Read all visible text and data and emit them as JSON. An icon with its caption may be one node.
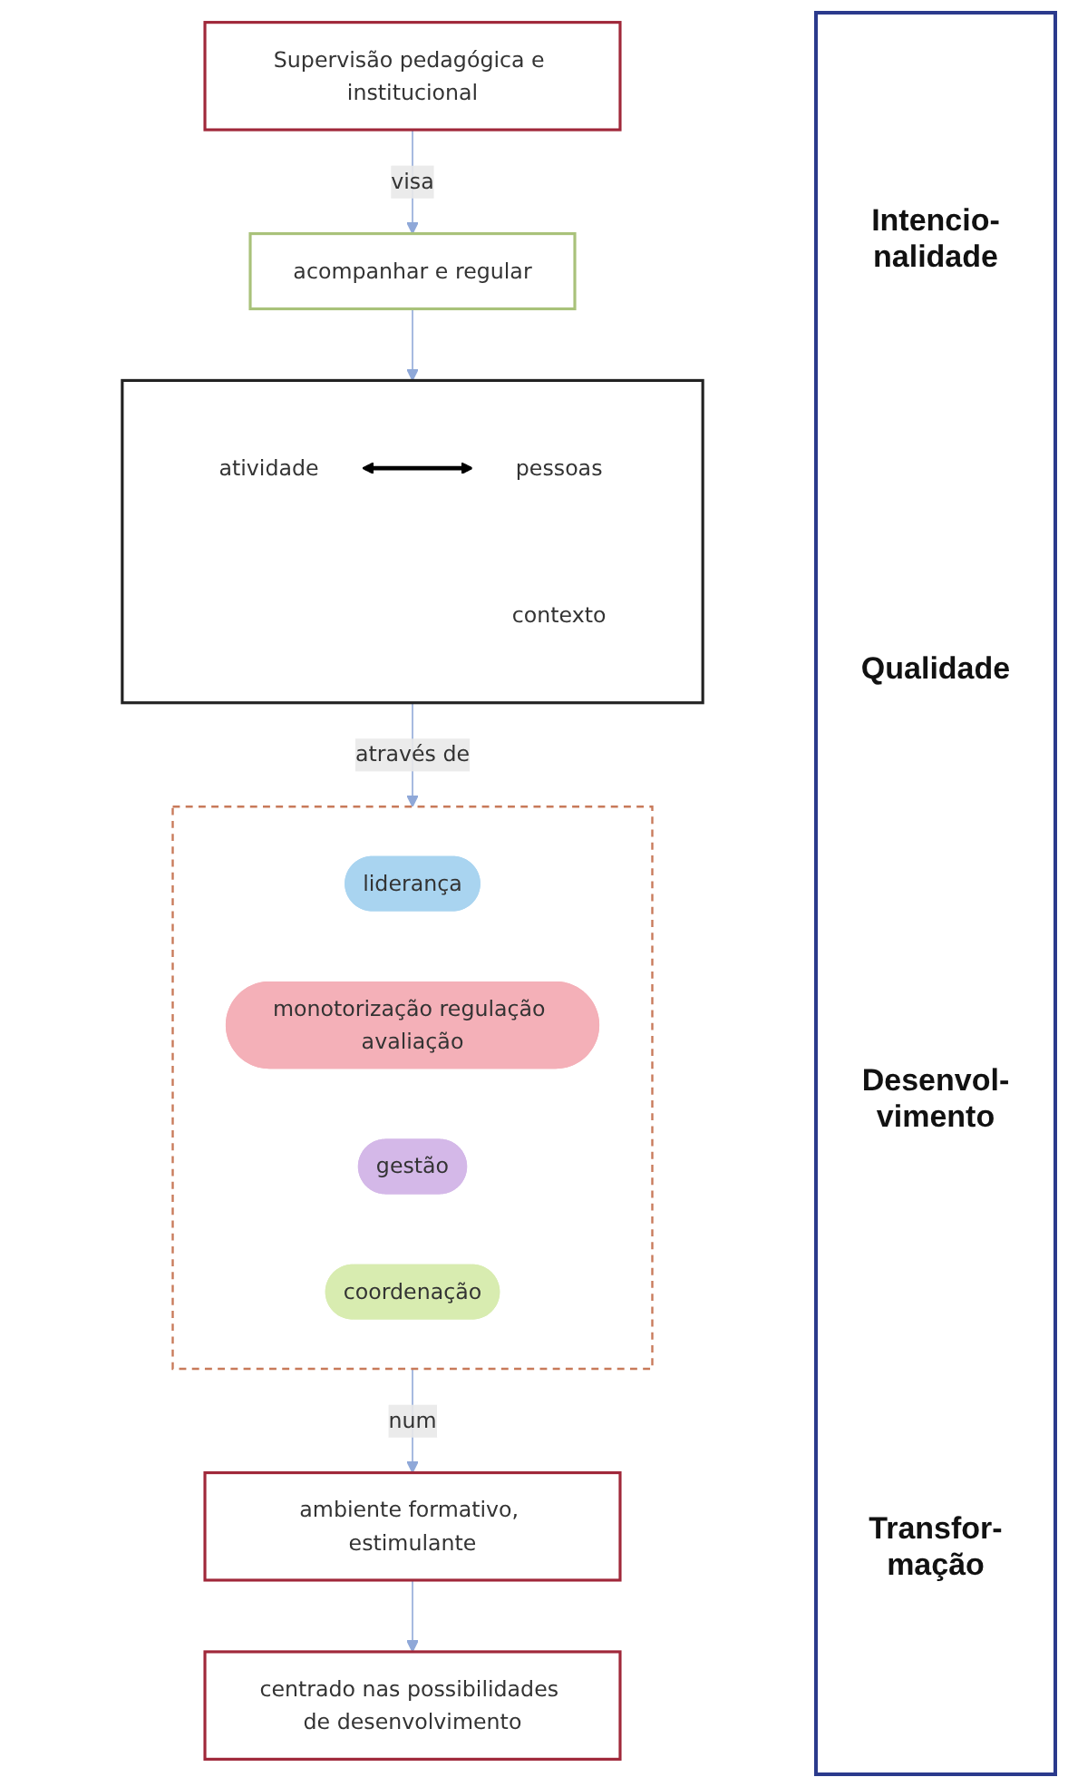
{
  "diagram": {
    "nodes": [
      {
        "text": [
          "Supervisão pedagógica e institucional"
        ]
      },
      {
        "text": [
          "acompanhar e regular"
        ]
      },
      {
        "text": [],
        "shape": "box"
      },
      {
        "text": [
          "atividade"
        ],
        "in": 2
      },
      {
        "text": [
          "pessoas"
        ],
        "in": 2
      },
      {
        "text": [
          "contexto"
        ],
        "in": 2
      },
      {
        "text": [],
        "shape": "box"
      },
      {
        "text": [
          "liderança"
        ],
        "in": 6
      },
      {
        "text": [
          "monotorização regulação avaliação"
        ],
        "in": 6
      },
      {
        "text": [
          "gestão"
        ],
        "in": 6
      },
      {
        "text": [
          "coordenação"
        ],
        "in": 6
      },
      {
        "text": [
          "ambiente formativo, estimulante"
        ]
      },
      {
        "text": [
          "centrado nas possibilidades de desenvolvimento"
        ]
      }
    ],
    "edges": [
      {
        "from": 0,
        "to": 1,
        "arrow": "to",
        "label": "visa"
      },
      {
        "from": 1,
        "to": 2,
        "arrow": "to"
      },
      {
        "from": 3,
        "to": 4,
        "arrow": "both",
        "style": "thick",
        "color": "#000000"
      },
      {
        "from": 2,
        "to": 6,
        "arrow": "to",
        "label": "através de"
      },
      {
        "from": 6,
        "to": 11,
        "arrow": "to",
        "label": "num"
      },
      {
        "from": 11,
        "to": 12,
        "arrow": "to"
      }
    ],
    "labels": [
      "Intencio- nalidade",
      "Qualidade",
      "Desenvol- vimento",
      "Transfor- mação"
    ]
  }
}
